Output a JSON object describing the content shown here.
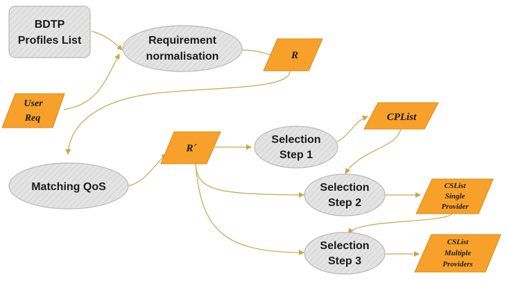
{
  "colors": {
    "orange": "#f7a12a",
    "orange_stroke": "#d98a1c",
    "grey_fill": "#e3e3e3",
    "grey_stroke": "#b8b8b8",
    "arrow": "#c7a64a"
  },
  "nodes": {
    "bdtp_profiles_list": {
      "line1": "BDTP",
      "line2": "Profiles List"
    },
    "requirement_normalisation": {
      "line1": "Requirement",
      "line2": "normalisation"
    },
    "r": {
      "label": "R"
    },
    "user_req": {
      "line1": "User",
      "line2": "Req"
    },
    "matching_qos": {
      "label": "Matching QoS"
    },
    "r_prime": {
      "label": "R´"
    },
    "selection_step_1": {
      "line1": "Selection",
      "line2": "Step 1"
    },
    "cplist": {
      "label": "CPList"
    },
    "selection_step_2": {
      "line1": "Selection",
      "line2": "Step 2"
    },
    "cslist_single": {
      "line1": "CSList",
      "line2": "Single",
      "line3": "Provider"
    },
    "selection_step_3": {
      "line1": "Selection",
      "line2": "Step 3"
    },
    "cslist_multiple": {
      "line1": "CSList",
      "line2": "Multiple",
      "line3": "Providers"
    }
  }
}
